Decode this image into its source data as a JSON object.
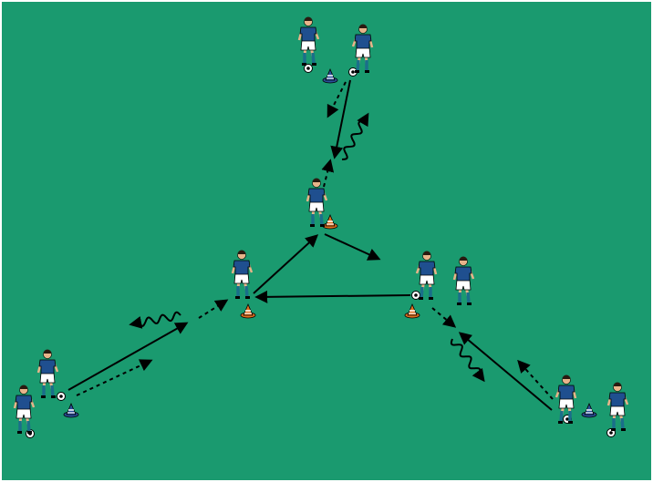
{
  "pitch": {
    "color": "#1a9a6f",
    "border": "#ffffff"
  },
  "colors": {
    "shirt": "#1f4f8f",
    "shorts": "#ffffff",
    "socks": "#1a6f8a",
    "skin": "#e8b48a",
    "hair": "#2a1a10",
    "arrow": "#000000",
    "cone_blue": "#2a4f9a",
    "cone_orange": "#e07020"
  },
  "legend_semantics": {
    "solid_arrow": "pass",
    "dashed_arrow": "run",
    "wavy_arrow": "dribble"
  }
}
